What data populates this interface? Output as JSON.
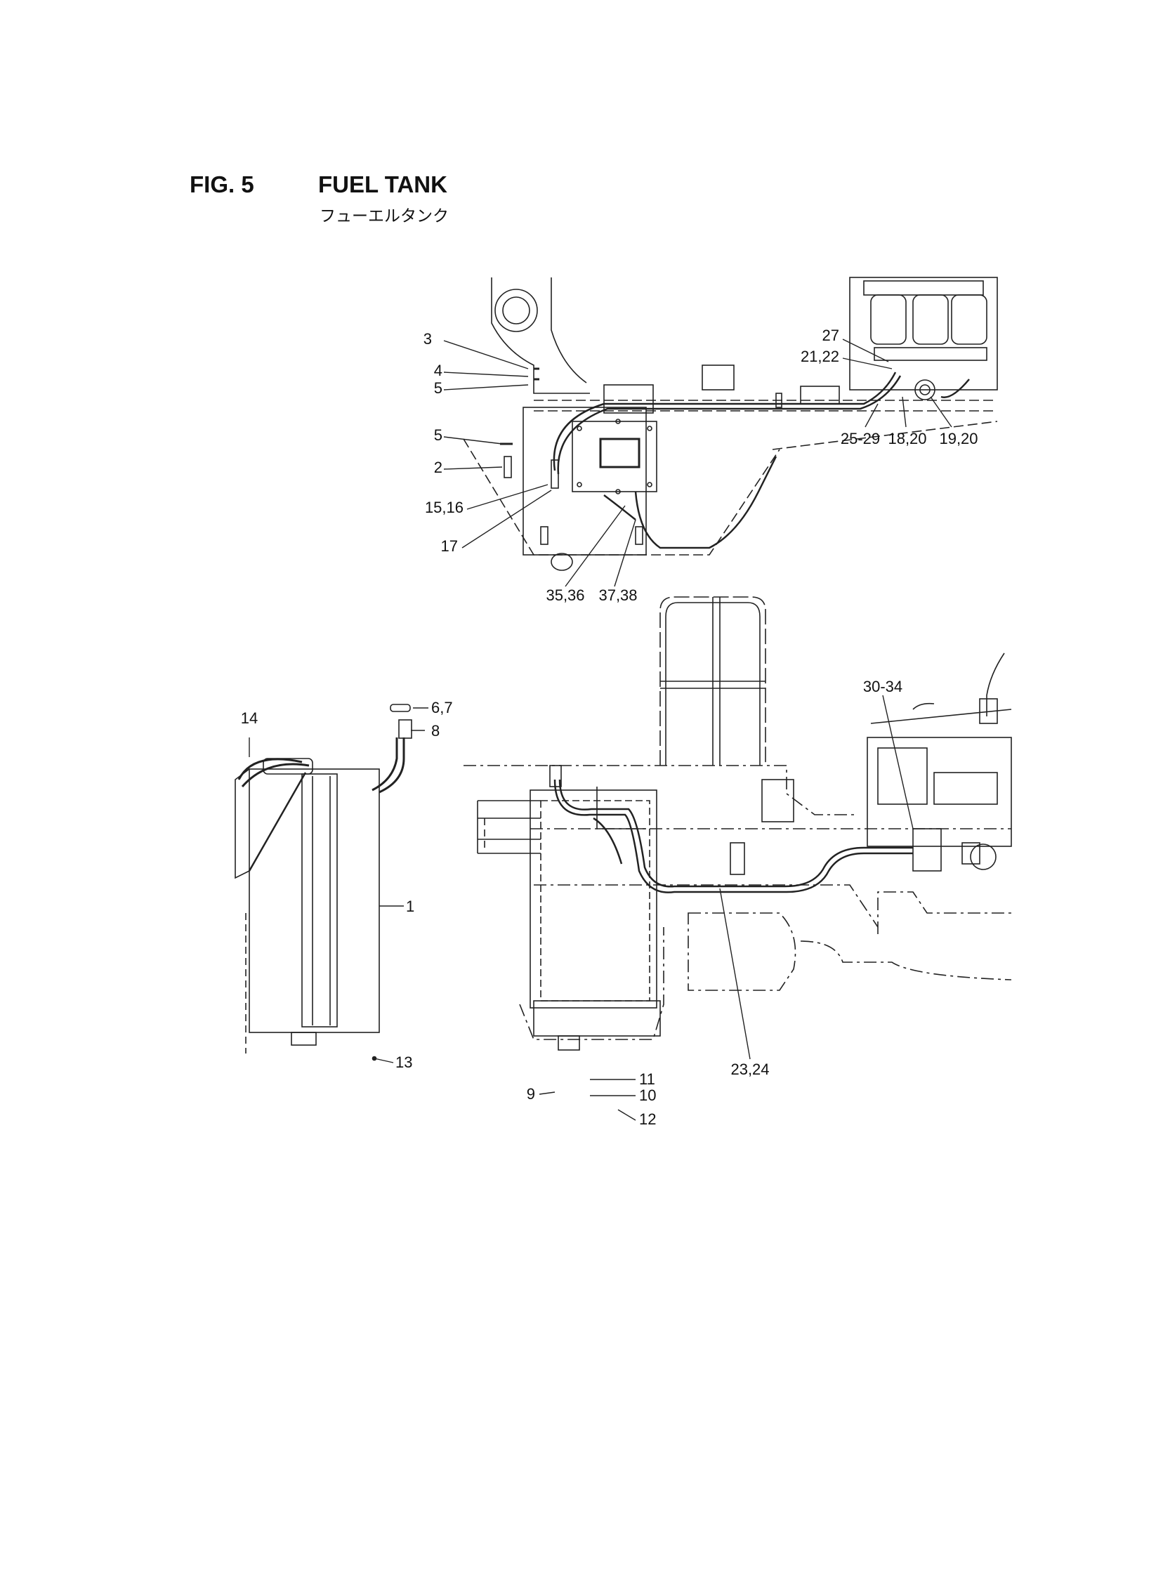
{
  "header": {
    "figure_number": "FIG. 5",
    "title": "FUEL TANK",
    "subtitle_jp": "フューエルタンク"
  },
  "callouts": {
    "top": [
      "3",
      "4",
      "5",
      "5",
      "2",
      "15,16",
      "17",
      "35,36",
      "37,38",
      "27",
      "21,22",
      "25-29",
      "18,20",
      "19,20"
    ],
    "left": [
      "14",
      "6,7",
      "8",
      "1",
      "13"
    ],
    "bottom": [
      "30-34",
      "9",
      "11",
      "10",
      "12",
      "23,24"
    ]
  }
}
